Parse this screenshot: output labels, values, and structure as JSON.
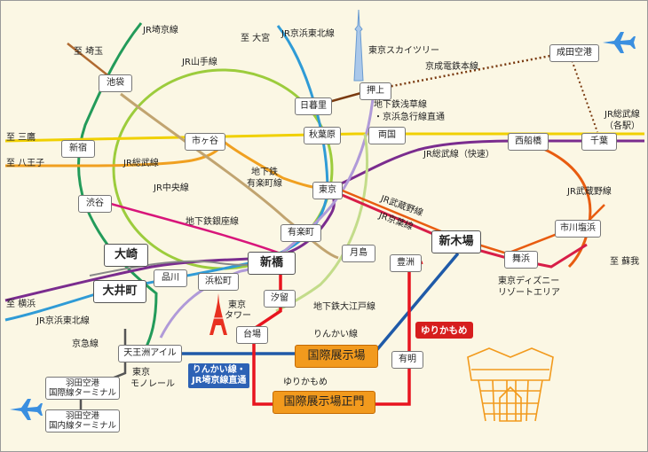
{
  "stations": {
    "ikebukuro": "池袋",
    "nippori": "日暮里",
    "oshiage": "押上",
    "narita": "成田空港",
    "shinjuku": "新宿",
    "ichigaya": "市ヶ谷",
    "akihabara": "秋葉原",
    "ryogoku": "両国",
    "nishifunabashi": "西船橋",
    "chiba": "千葉",
    "tokyo": "東京",
    "shibuya": "渋谷",
    "yurakucho": "有楽町",
    "tsukishima": "月島",
    "shinkiba": "新木場",
    "ichikawashiohama": "市川塩浜",
    "maihama": "舞浜",
    "osaki": "大崎",
    "shinagawa": "品川",
    "hamamatsucho": "浜松町",
    "shinbashi": "新橋",
    "toyosu": "豊洲",
    "oimachi": "大井町",
    "shiodome": "汐留",
    "daiba": "台場",
    "kokusai_tenjijo": "国際展示場",
    "ariake": "有明",
    "tennozu": "天王洲アイル",
    "kokusai_tenjijo_seimon": "国際展示場正門",
    "haneda_t1_l1": "羽田空港",
    "haneda_t1_l2": "国際線ターミナル",
    "haneda_t2_l1": "羽田空港",
    "haneda_t2_l2": "国内線ターミナル"
  },
  "labels": {
    "jr_saikyo": "JR埼京線",
    "to_omiya": "至 大宮",
    "jr_keihin_tohoku": "JR京浜東北線",
    "to_saitama": "至 埼玉",
    "jr_yamanote": "JR山手線",
    "tokyo_skytree": "東京スカイツリー",
    "keisei_main": "京成電鉄本線",
    "toei_asakusa_1": "地下鉄浅草線",
    "toei_asakusa_2": "・京浜急行線直通",
    "jr_sobu_local_1": "JR総武線",
    "jr_sobu_local_2": "（各駅）",
    "to_mitaka": "至 三鷹",
    "to_hachioji": "至 八王子",
    "jr_sobu_rapid": "JR総武線（快速）",
    "jr_sobu": "JR総武線",
    "yurakucho_line_1": "地下鉄",
    "yurakucho_line_2": "有楽町線",
    "jr_chuo": "JR中央線",
    "jr_musashino_1": "JR武蔵野線",
    "jr_keiyo": "JR京葉線",
    "jr_musashino_2": "JR武蔵野線",
    "ginza_line": "地下鉄銀座線",
    "to_soga": "至 蘇我",
    "disney_1": "東京ディズニー",
    "disney_2": "リゾートエリア",
    "to_yokohama": "至 横浜",
    "tokyo_tower_1": "東京",
    "tokyo_tower_2": "タワー",
    "oedo_line": "地下鉄大江戸線",
    "jr_keihin_tohoku_s": "JR京浜東北線",
    "keikyu": "京急線",
    "rinkai": "りんかい線",
    "yurikamome_badge": "ゆりかもめ",
    "monorail_1": "東京",
    "monorail_2": "モノレール",
    "rinkai_badge_1": "りんかい線・",
    "rinkai_badge_2": "JR埼京線直通",
    "yurikamome": "ゆりかもめ"
  },
  "icons": [
    "airplane-icon",
    "skytree-icon",
    "tokyo-tower-icon",
    "big-sight-icon"
  ],
  "colors": {
    "yamanote": "#9ccc3c",
    "keihin_tohoku": "#2f9bd6",
    "saikyo": "#239b5a",
    "chuo": "#f0a020",
    "sobu_local": "#f0d000",
    "sobu_rapid": "#7a2c8e",
    "musashino": "#e85c10",
    "keiyo": "#d81e48",
    "yurakucho_line": "#c1a470",
    "ginza": "#f39800",
    "asakusa": "#b09ad8",
    "oedo": "#c3dc8a",
    "keisei": "#7a3a10",
    "rinkai": "#1f5aa8",
    "yurikamome": "#e8141e",
    "tokaido": "#888888",
    "venue": "#f29a1d"
  }
}
